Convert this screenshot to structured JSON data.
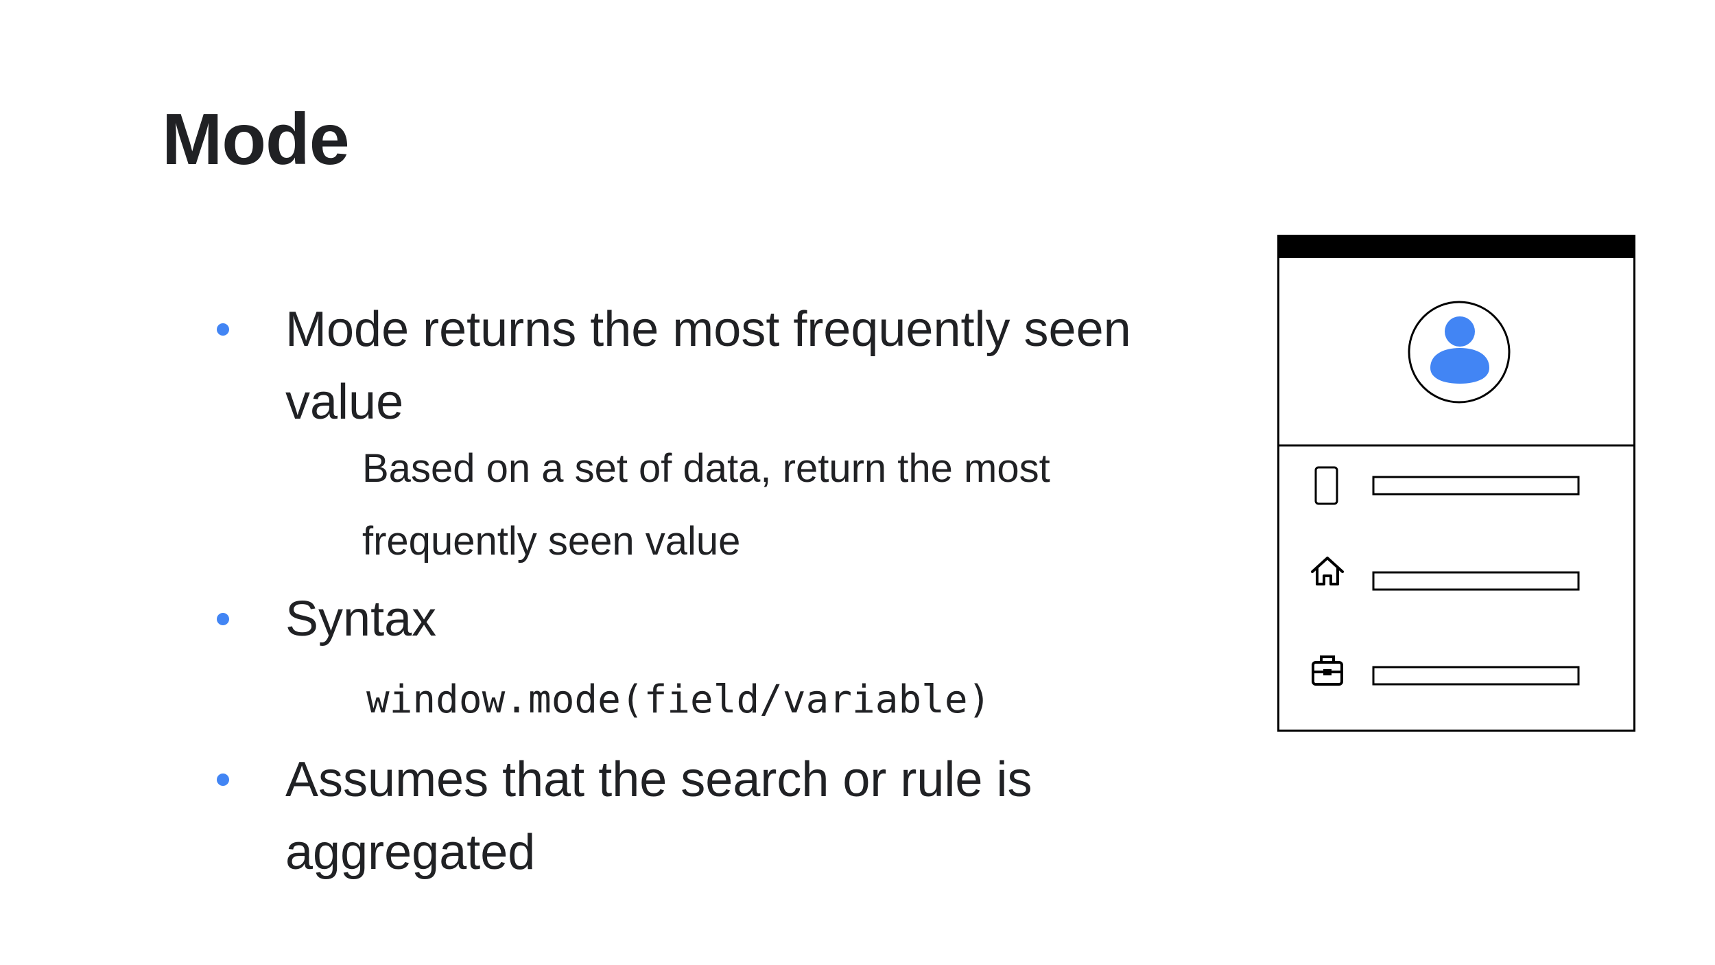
{
  "slide": {
    "title": "Mode"
  },
  "bullets": [
    {
      "lines": [
        "Mode returns the most frequently seen",
        "value"
      ],
      "sub_lines": [
        "Based on a set of data, return the most",
        "frequently seen value"
      ]
    },
    {
      "lines": [
        "Syntax"
      ],
      "code": "window.mode(field/variable)"
    },
    {
      "lines": [
        "Assumes that the search or rule is",
        "aggregated"
      ]
    }
  ],
  "illustration": {
    "icons": [
      "user-avatar-icon",
      "phone-icon",
      "home-icon",
      "briefcase-icon"
    ],
    "colors": {
      "accent": "#4285f4",
      "outline": "#000000",
      "text": "#202124"
    }
  }
}
